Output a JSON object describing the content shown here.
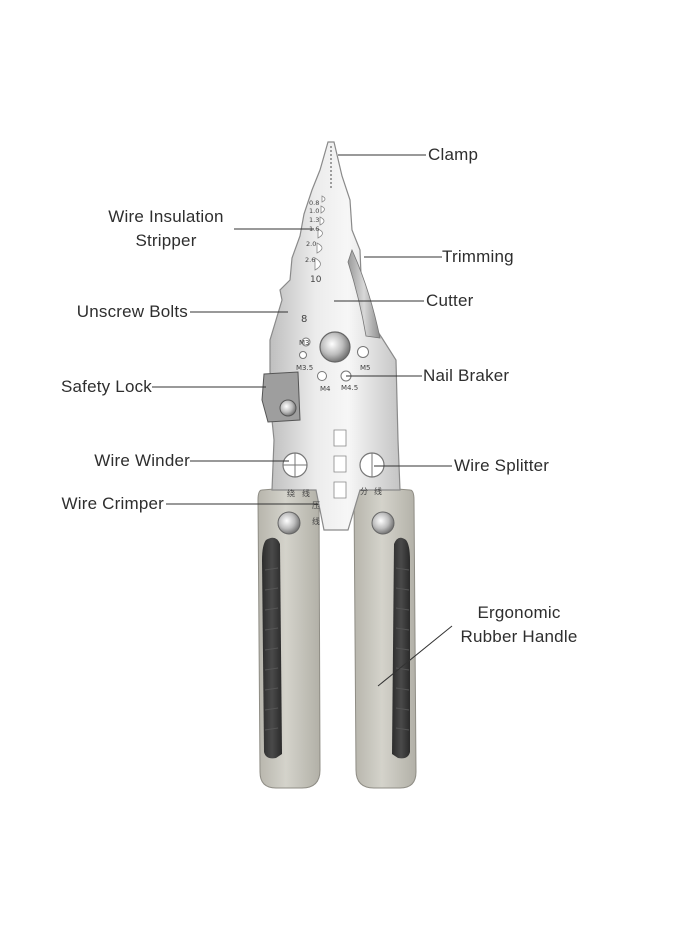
{
  "labels": {
    "clamp": "Clamp",
    "wire_insulation_stripper_line1": "Wire Insulation",
    "wire_insulation_stripper_line2": "Stripper",
    "trimming": "Trimming",
    "unscrew_bolts": "Unscrew Bolts",
    "cutter": "Cutter",
    "safety_lock": "Safety Lock",
    "nail_braker": "Nail Braker",
    "wire_winder": "Wire Winder",
    "wire_splitter": "Wire Splitter",
    "wire_crimper": "Wire Crimper",
    "ergonomic_line1": "Ergonomic",
    "ergonomic_line2": "Rubber Handle"
  },
  "tool_markings": {
    "gauges": [
      "0.8",
      "1.0",
      "1.3",
      "1.6",
      "2.0",
      "2.6",
      "10"
    ],
    "hex_size": "8",
    "threads": [
      "M3",
      "M3.5",
      "M4",
      "M4.5",
      "M5"
    ],
    "chinese_left": [
      "绕",
      "线"
    ],
    "chinese_center": [
      "压",
      "线"
    ],
    "chinese_right": [
      "分",
      "线"
    ]
  },
  "colors": {
    "steel": "#dcdcdc",
    "handle_grey": "#c9c8c0",
    "handle_dark": "#3c3c3c",
    "leader_line": "#333333"
  }
}
